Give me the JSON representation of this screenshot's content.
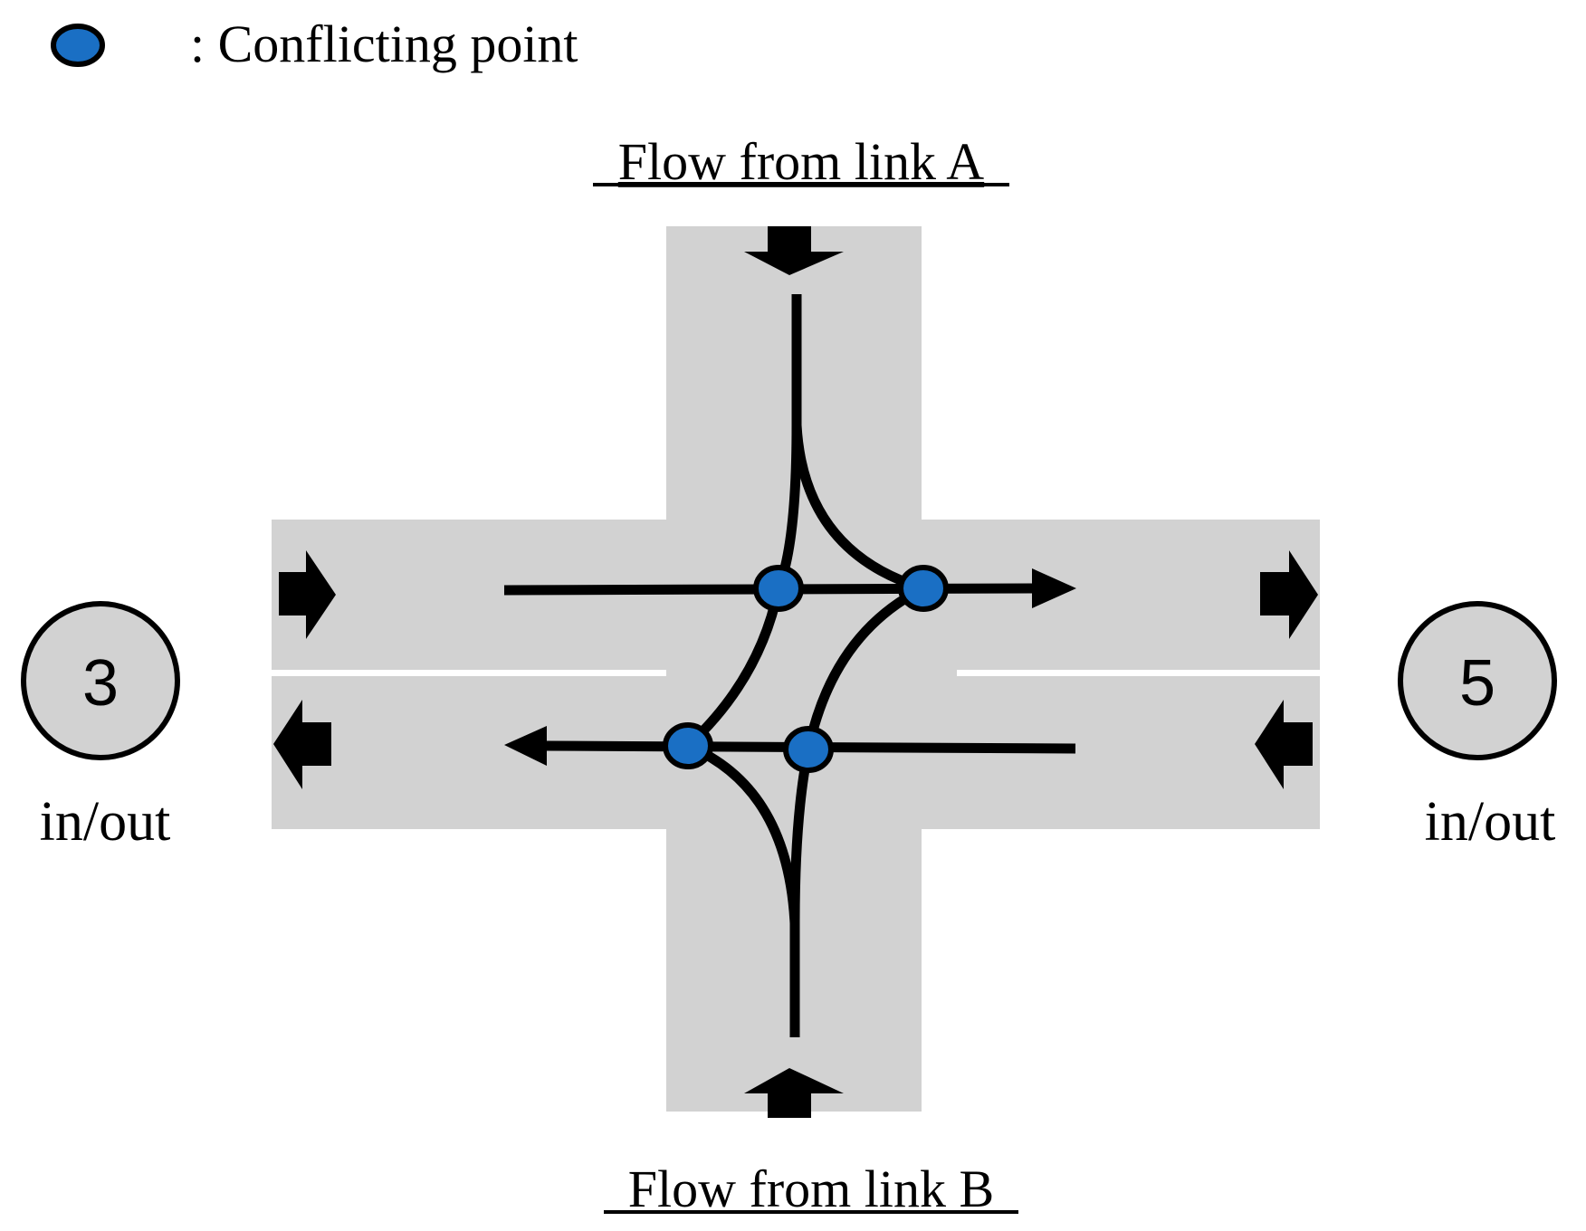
{
  "legend": {
    "symbol": "conflicting-point-marker",
    "label": ": Conflicting point"
  },
  "labels": {
    "top": "Flow from link A",
    "bottom": "Flow from link B"
  },
  "nodes": {
    "left": {
      "number": "3",
      "caption": "in/out"
    },
    "right": {
      "number": "5",
      "caption": "in/out"
    }
  },
  "colors": {
    "road": "#d2d2d2",
    "conflicting_point": "#1a6fc4",
    "line": "#000000"
  }
}
